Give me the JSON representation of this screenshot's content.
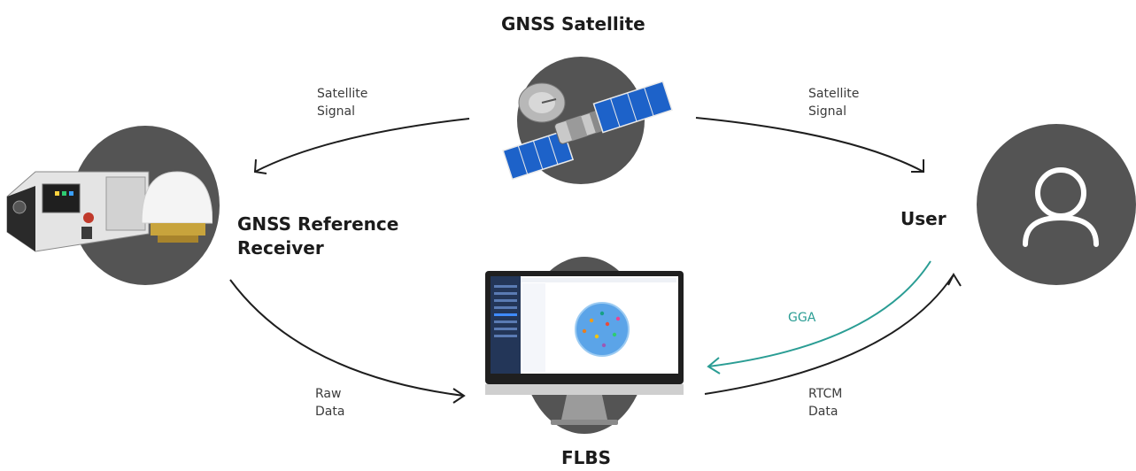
{
  "nodes": {
    "satellite": {
      "title": "GNSS Satellite"
    },
    "reference": {
      "title_line1": "GNSS Reference",
      "title_line2": "Receiver"
    },
    "user": {
      "title": "User"
    },
    "flbs": {
      "title": "FLBS"
    }
  },
  "edges": {
    "sat_to_ref": {
      "line1": "Satellite",
      "line2": "Signal"
    },
    "sat_to_user": {
      "line1": "Satellite",
      "line2": "Signal"
    },
    "ref_to_flbs": {
      "line1": "Raw",
      "line2": "Data"
    },
    "flbs_to_user": {
      "line1": "RTCM",
      "line2": "Data"
    },
    "user_to_flbs": {
      "label": "GGA"
    }
  },
  "colors": {
    "node_circle": "#545454",
    "arrow": "#1e1e1e",
    "gga_arrow": "#2a9d94",
    "text": "#1b1b1b"
  }
}
